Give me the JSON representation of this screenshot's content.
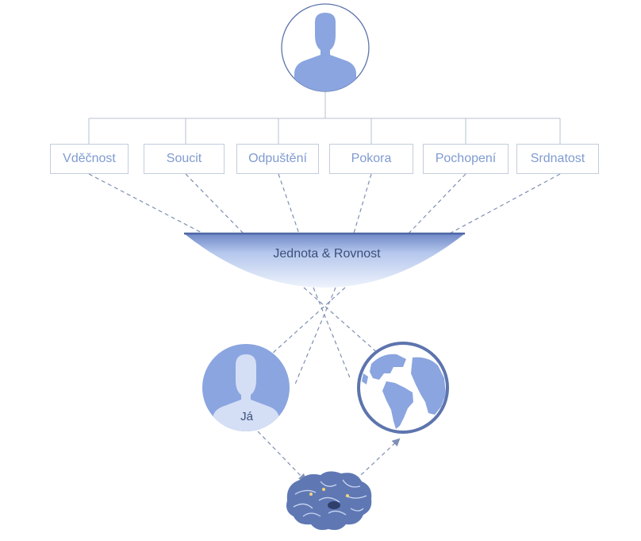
{
  "qualities": [
    "Vděčnost",
    "Soucit",
    "Odpuštění",
    "Pokora",
    "Pochopení",
    "Srdnatost"
  ],
  "unity_label": "Jednota & Rovnost",
  "self_label": "Já",
  "colors": {
    "accent": "#8aa5df",
    "accent_dark": "#5d74ad",
    "line": "#7e8fb3",
    "box_border": "#c3cddb",
    "box_text": "#7f9bd0",
    "label_text": "#3b4f7c"
  },
  "icons": {
    "top": "person-icon",
    "self": "person-icon",
    "world": "globe-icon",
    "brain": "brain-icon"
  }
}
